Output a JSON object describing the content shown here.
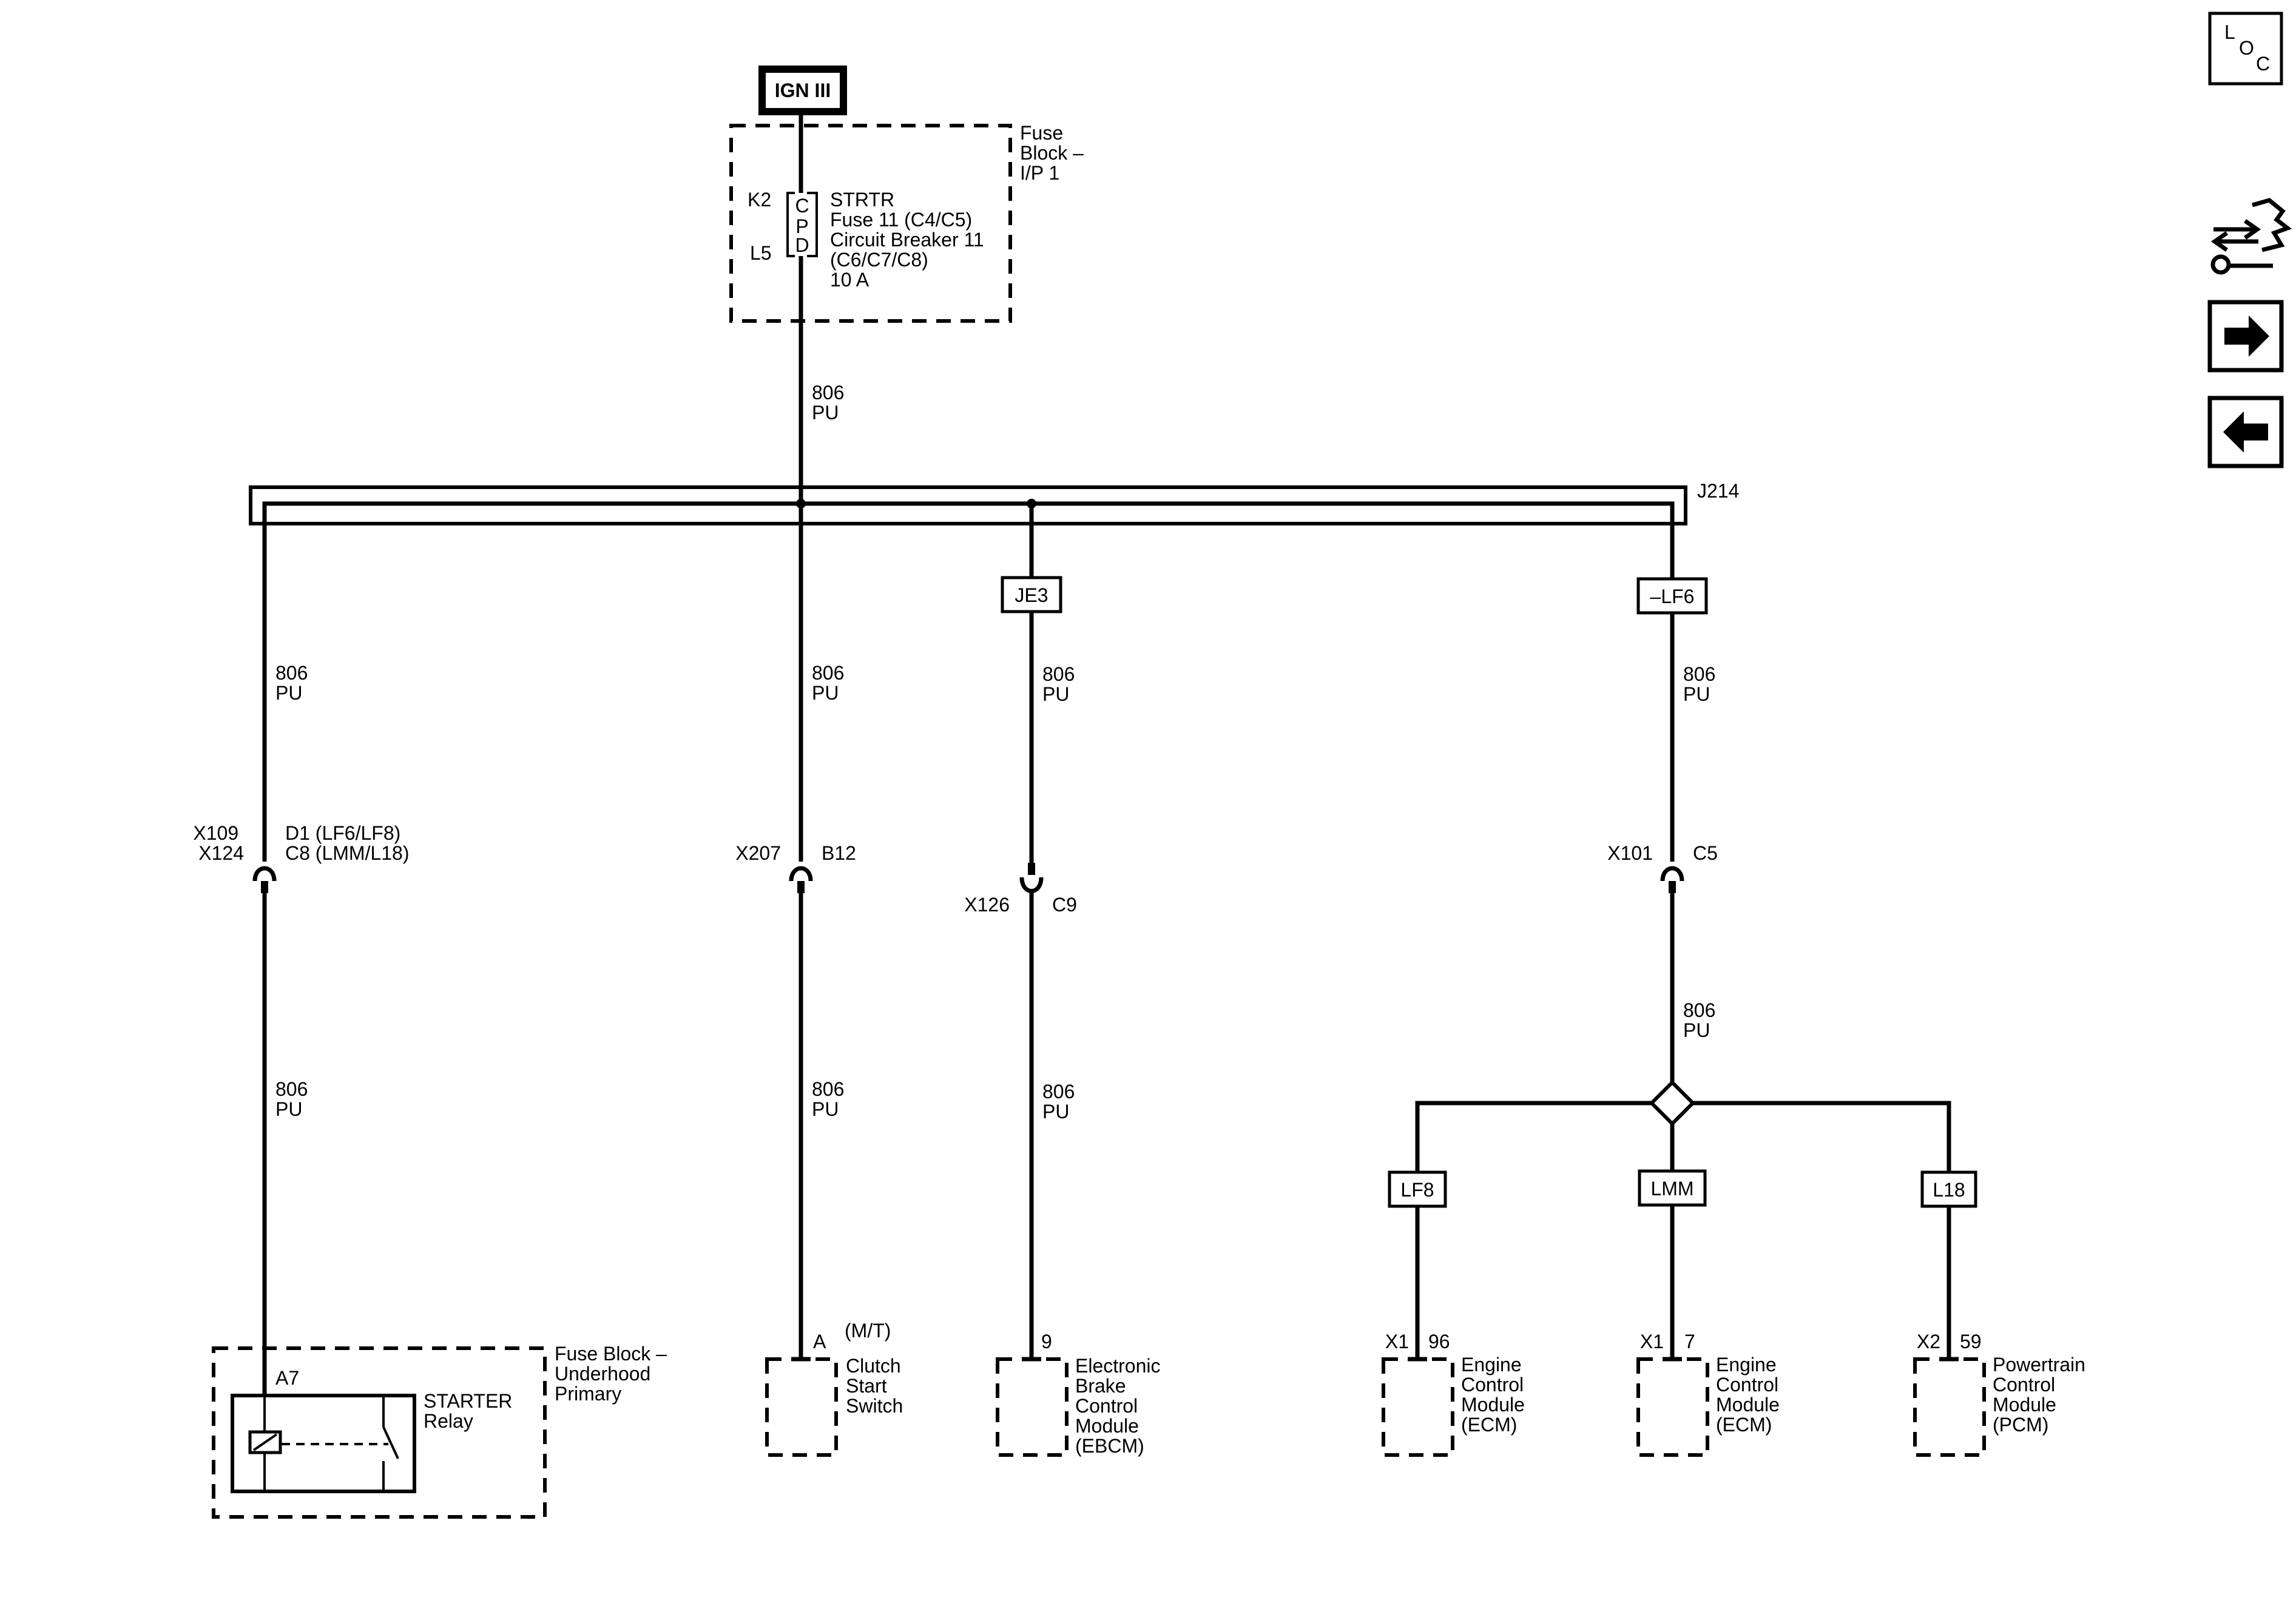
{
  "power": {
    "source": "IGN III"
  },
  "fuse_block_ip": {
    "title": [
      "Fuse",
      "Block –",
      "I/P 1"
    ],
    "pin_top": "K2",
    "pin_bottom": "L5",
    "fuse_letters": [
      "C",
      "P",
      "D"
    ],
    "fuse_desc": [
      "STRTR",
      "Fuse 11 (C4/C5)",
      "Circuit Breaker 11",
      "(C6/C7/C8)",
      "10 A"
    ]
  },
  "wire": {
    "circuit": "806",
    "color": "PU"
  },
  "splice": {
    "name": "J214"
  },
  "options": {
    "je3": "JE3",
    "no_lf6": "–LF6",
    "lf8": "LF8",
    "lmm": "LMM",
    "l18": "L18"
  },
  "connectors": {
    "c1_names": [
      "X109",
      "X124"
    ],
    "c1_pins": [
      "D1 (LF6/LF8)",
      "C8 (LMM/L18)"
    ],
    "c2_name": "X207",
    "c2_pin": "B12",
    "c3_name": "X126",
    "c3_pin": "C9",
    "c4_name": "X101",
    "c4_pin": "C5"
  },
  "components": {
    "fuse_block_uh": {
      "title": [
        "Fuse Block –",
        "Underhood",
        "Primary"
      ],
      "pin": "A7",
      "relay": [
        "STARTER",
        "Relay"
      ]
    },
    "clutch": {
      "pin": "A",
      "variant": "(M/T)",
      "label": [
        "Clutch",
        "Start",
        "Switch"
      ]
    },
    "ebcm": {
      "pin": "9",
      "label": [
        "Electronic",
        "Brake",
        "Control",
        "Module",
        "(EBCM)"
      ]
    },
    "ecm_lf8": {
      "conn": "X1",
      "pin": "96",
      "label": [
        "Engine",
        "Control",
        "Module",
        "(ECM)"
      ]
    },
    "ecm_lmm": {
      "conn": "X1",
      "pin": "7",
      "label": [
        "Engine",
        "Control",
        "Module",
        "(ECM)"
      ]
    },
    "pcm": {
      "conn": "X2",
      "pin": "59",
      "label": [
        "Powertrain",
        "Control",
        "Module",
        "(PCM)"
      ]
    }
  },
  "nav": {
    "loc_letters": [
      "L",
      "O",
      "C"
    ]
  }
}
